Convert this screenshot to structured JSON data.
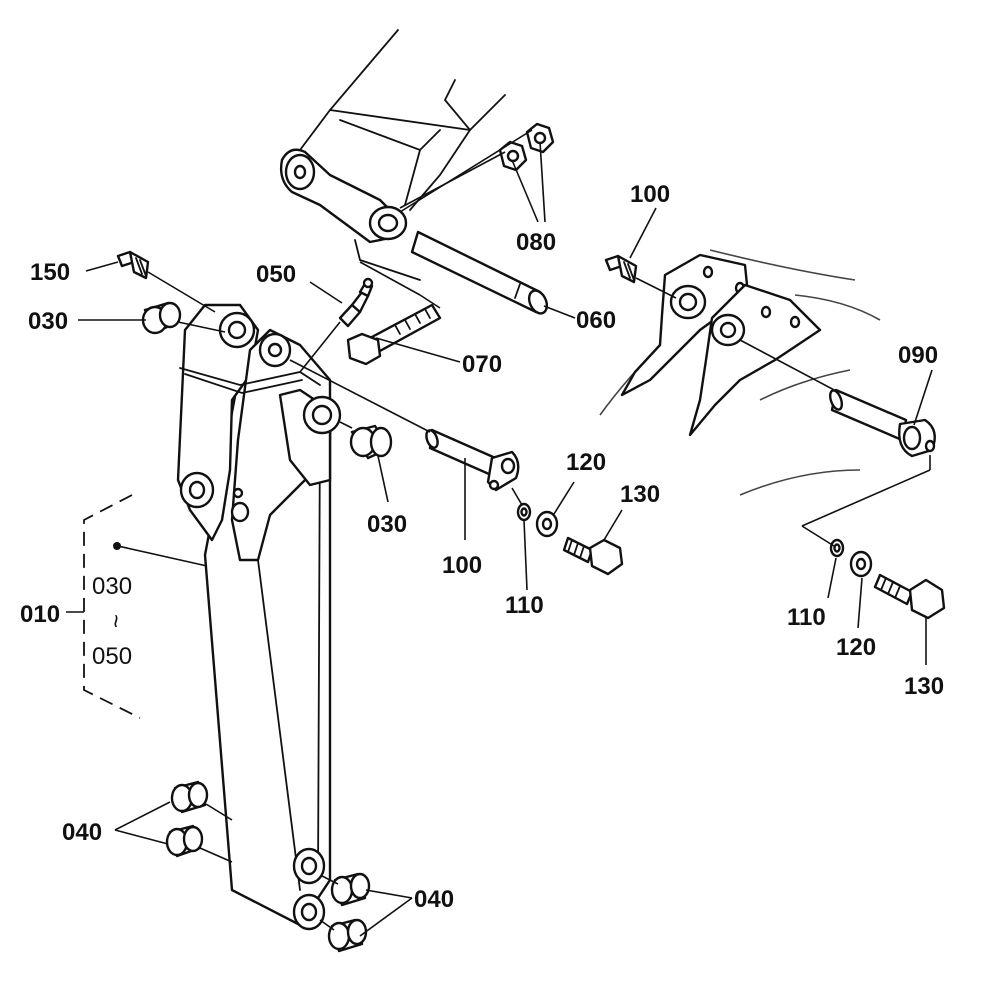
{
  "labels": {
    "p010": "010",
    "p030_a": "030",
    "p030_b": "030",
    "p040_a": "040",
    "p040_b": "040",
    "p050": "050",
    "p060": "060",
    "p070": "070",
    "p080": "080",
    "p090": "090",
    "p100_a": "100",
    "p100_b": "100",
    "p110_a": "110",
    "p110_b": "110",
    "p120_a": "120",
    "p120_b": "120",
    "p130_a": "130",
    "p130_b": "130",
    "p150": "150"
  },
  "group": {
    "from": "030",
    "tilde": "~",
    "to": "050"
  }
}
